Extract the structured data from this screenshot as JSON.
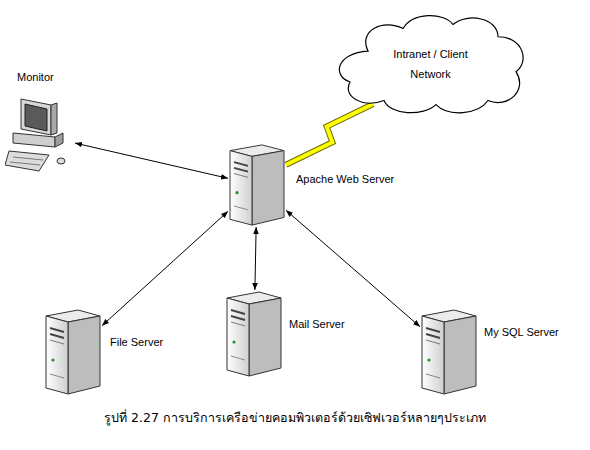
{
  "diagram": {
    "caption": "รูปที่ 2.27 การบริการเครือข่ายคอมพิวเตอร์ด้วยเซิฟเวอร์หลายๆประเภท",
    "nodes": [
      {
        "text": [
          "Intranet / Client Network"
        ]
      },
      {
        "text": [
          "Monitor"
        ]
      },
      {
        "text": [
          "Apache Web Server"
        ]
      },
      {
        "text": [
          "File Server"
        ]
      },
      {
        "text": [
          "Mail Server"
        ]
      },
      {
        "text": [
          "My SQL Server"
        ]
      }
    ],
    "edges": [
      {
        "from": 1,
        "to": 2,
        "arrow": "both"
      },
      {
        "from": 2,
        "to": 0,
        "arrow": "none"
      },
      {
        "from": 2,
        "to": 3,
        "arrow": "both"
      },
      {
        "from": 2,
        "to": 4,
        "arrow": "both"
      },
      {
        "from": 2,
        "to": 5,
        "arrow": "both"
      }
    ]
  }
}
